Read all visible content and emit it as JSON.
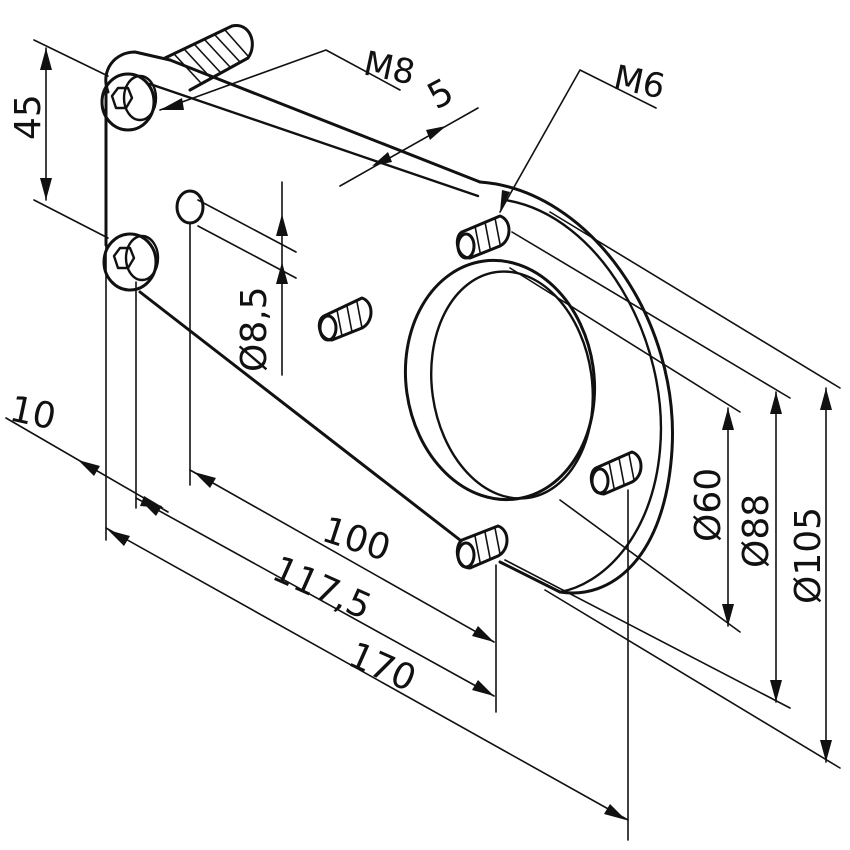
{
  "callouts": {
    "bolt_thread": "M8",
    "stud_thread": "M6"
  },
  "dimensions": {
    "thickness": "5",
    "height_top": "45",
    "offset_left": "10",
    "slot_diameter": "Ø8,5",
    "len_100": "100",
    "len_117": "117,5",
    "len_170": "170",
    "dia_60": "Ø60",
    "dia_88": "Ø88",
    "dia_105": "Ø105"
  }
}
